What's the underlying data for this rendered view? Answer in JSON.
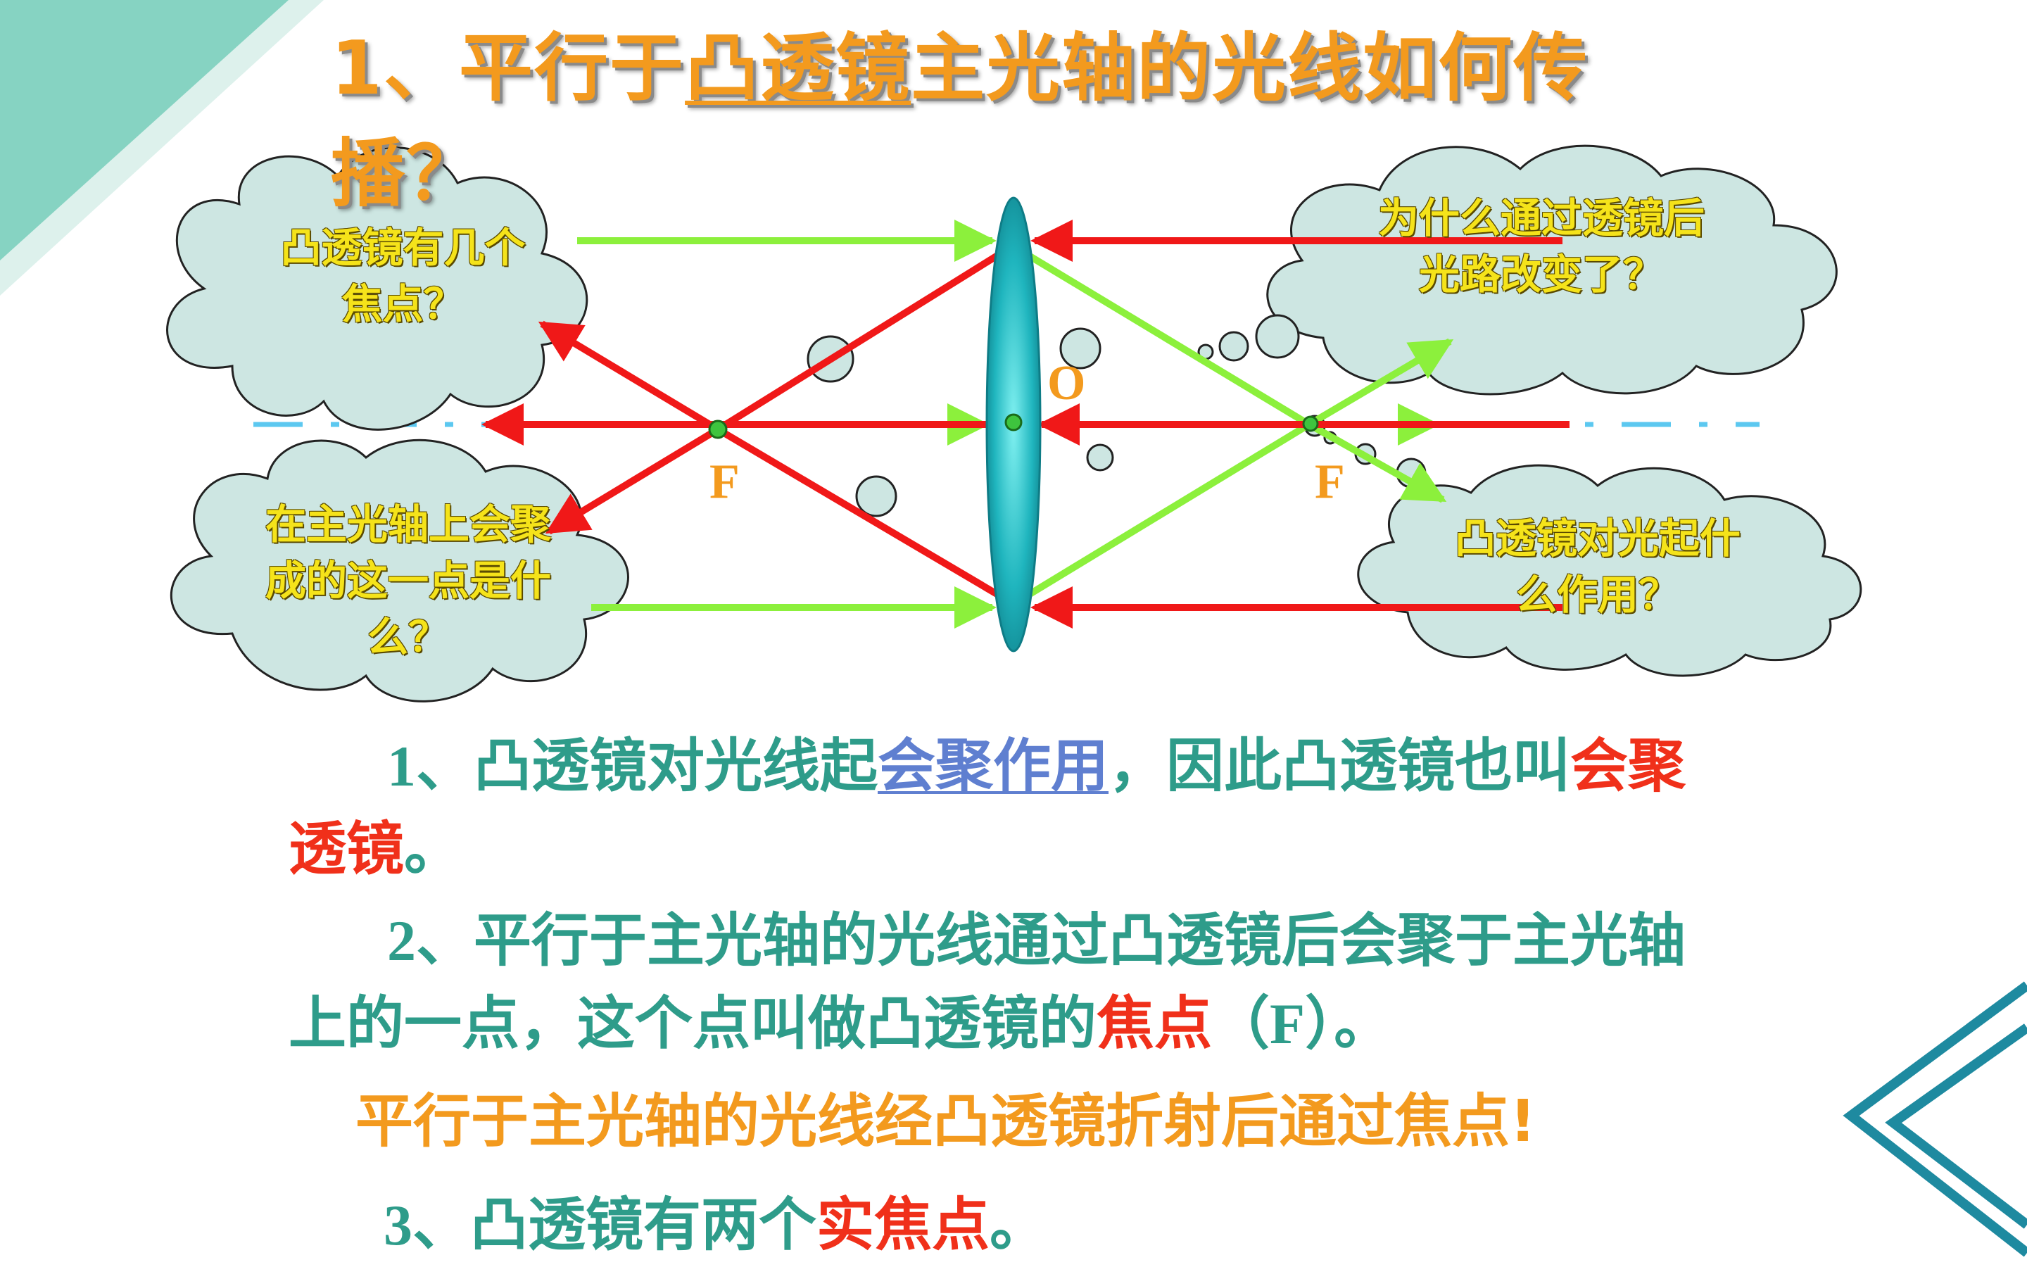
{
  "title": {
    "prefix": "1、平行于",
    "underlined": "凸透镜",
    "suffix": "主光轴的光线如何传播？"
  },
  "clouds": {
    "top_left": "凸透镜有几个焦点？",
    "bottom_left": "在主光轴上会聚成的这一点是什么？",
    "top_right": "为什么通过透镜后光路改变了？",
    "bottom_right": "凸透镜对光起什么作用？"
  },
  "diagram_labels": {
    "center": "O",
    "focus_left": "F",
    "focus_right": "F"
  },
  "points": {
    "p1": {
      "number": "1",
      "text_a": "、凸透镜对光线起",
      "highlight_blue": "会聚作用",
      "text_b": "，因此凸透镜也叫",
      "highlight_red": "会聚透镜",
      "text_c": "。"
    },
    "p2": {
      "number": "2",
      "text_a": "、平行于主光轴的光线通过凸透镜后会聚于主光轴上的一点，这个点叫做凸透镜的",
      "highlight_red": "焦点",
      "text_b": "（",
      "symbol": "F",
      "text_c": "）。"
    },
    "rule": "平行于主光轴的光线经凸透镜折射后通过焦点!",
    "p3": {
      "number": "3",
      "text_a": "、凸透镜有两个",
      "highlight_red": "实焦点",
      "text_b": "。"
    }
  },
  "colors": {
    "teal_text": "#2E9C8A",
    "orange": "#F39A1E",
    "red": "#F0301A",
    "blue_link": "#5F7FD0",
    "green_ray": "#8CF03C",
    "red_ray": "#F01818",
    "lens": "#1FB5BE",
    "cloud_fill": "#CDE6E2",
    "cloud_text": "#F5E31A"
  }
}
